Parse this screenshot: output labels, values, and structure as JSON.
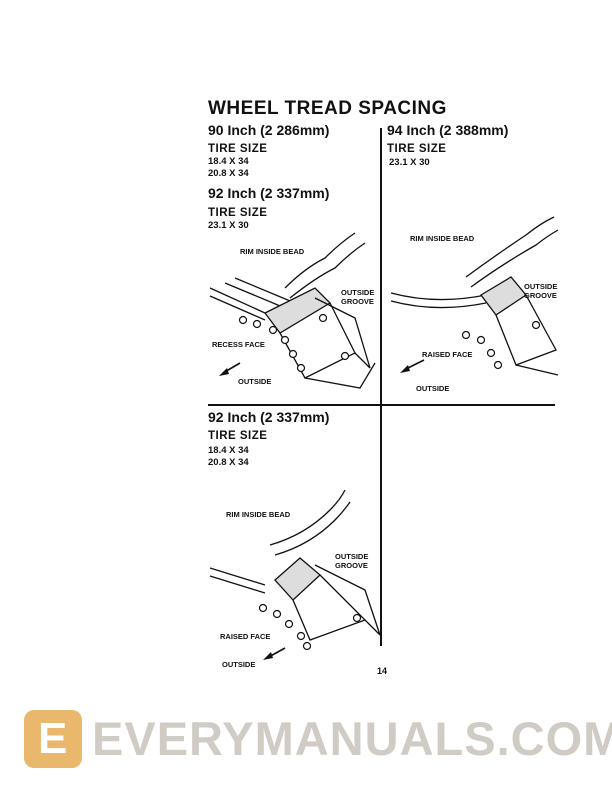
{
  "title": "WHEEL TREAD SPACING",
  "sections": [
    {
      "heading": "90 Inch (2 286mm)",
      "tire_size_label": "TIRE SIZE",
      "sizes": [
        "18.4 X 34",
        "20.8 X 34"
      ]
    },
    {
      "heading": "92 Inch (2 337mm)",
      "tire_size_label": "TIRE SIZE",
      "sizes": [
        "23.1 X 30"
      ]
    },
    {
      "heading": "94 Inch (2 388mm)",
      "tire_size_label": "TIRE SIZE",
      "sizes": [
        "23.1 X 30"
      ]
    },
    {
      "heading": "92 Inch (2 337mm)",
      "tire_size_label": "TIRE SIZE",
      "sizes": [
        "18.4 X 34",
        "20.8 X 34"
      ]
    }
  ],
  "figures": [
    {
      "labels": {
        "rim": "RIM INSIDE BEAD",
        "groove": "OUTSIDE\nGROOVE",
        "face": "RECESS FACE",
        "outside": "OUTSIDE"
      }
    },
    {
      "labels": {
        "rim": "RIM INSIDE BEAD",
        "groove": "OUTSIDE\nGROOVE",
        "face": "RAISED FACE",
        "outside": "OUTSIDE"
      }
    },
    {
      "labels": {
        "rim": "RIM INSIDE BEAD",
        "groove": "OUTSIDE\nGROOVE",
        "face": "RAISED FACE",
        "outside": "OUTSIDE"
      }
    }
  ],
  "page_number": "14",
  "watermark": "EVERYMANUALS.COM"
}
